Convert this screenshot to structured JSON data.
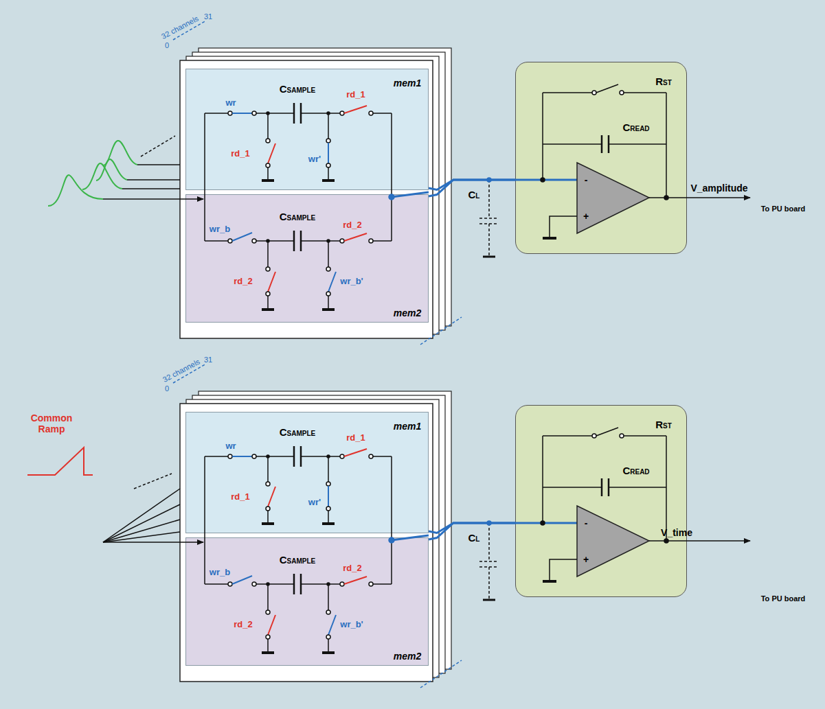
{
  "diagram": {
    "nodes": [
      {
        "text": [
          "mem1"
        ]
      },
      {
        "text": [
          "mem2"
        ]
      },
      {
        "text": [
          "RST",
          "CREAD"
        ]
      },
      {
        "text": [
          "mem1"
        ]
      },
      {
        "text": [
          "mem2"
        ]
      },
      {
        "text": [
          "RST",
          "CREAD"
        ]
      }
    ],
    "edges": [
      {
        "from": 0,
        "to": 2,
        "arrow": "none"
      },
      {
        "from": 1,
        "to": 2,
        "arrow": "none"
      },
      {
        "from": 3,
        "to": 5,
        "arrow": "none"
      },
      {
        "from": 4,
        "to": 5,
        "arrow": "none"
      }
    ],
    "labels": [
      "32 channels",
      "0",
      "31",
      "wr",
      "CSAMPLE",
      "rd_1",
      "rd_1",
      "wr'",
      "CSAMPLE",
      "wr_b",
      "rd_2",
      "rd_2",
      "wr_b'",
      "CL",
      "-",
      "+",
      "V_amplitude",
      "To PU board",
      "32 channels",
      "0",
      "31",
      "Common Ramp",
      "wr",
      "CSAMPLE",
      "rd_1",
      "rd_1",
      "wr'",
      "CSAMPLE",
      "wr_b",
      "rd_2",
      "rd_2",
      "wr_b'",
      "CL",
      "-",
      "+",
      "V_time",
      "To PU board"
    ]
  }
}
